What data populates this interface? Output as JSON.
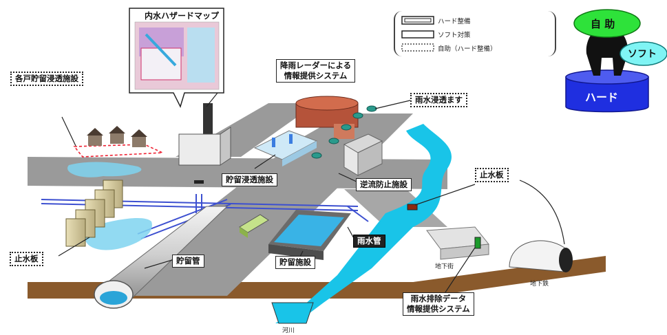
{
  "map_callout": {
    "title": "内水ハザードマップ"
  },
  "labels": {
    "individual_storage": "各戸貯留浸透施設",
    "rain_radar_line1": "降雨レーダーによる",
    "rain_radar_line2": "情報提供システム",
    "rain_infiltration": "雨水浸透ます",
    "storage_infiltration": "貯留浸透施設",
    "backflow_prevention": "逆流防止施設",
    "water_stop_board_right": "止水板",
    "water_stop_board_left": "止水板",
    "storage_pipe": "貯留管",
    "storage_facility": "貯留施設",
    "rain_pipe": "雨水管",
    "drainage_info_line1": "雨水排除データ",
    "drainage_info_line2": "情報提供システム"
  },
  "small_labels": {
    "underground_mall": "地下街",
    "subway": "地下鉄",
    "river": "河川"
  },
  "legend": {
    "items": [
      {
        "swatch": "double",
        "label": "ハード整備"
      },
      {
        "swatch": "single",
        "label": "ソフト対策"
      },
      {
        "swatch": "dotted",
        "label": "自助（ハード整備）"
      }
    ]
  },
  "mascot": {
    "top": "自 助",
    "right": "ソフト",
    "base": "ハード"
  },
  "colors": {
    "road": "#9a9a9a",
    "road_dark": "#7f7f7f",
    "ground": "#8a5a2c",
    "water": "#7fd3f0",
    "water_deep": "#2fb6e3",
    "cyan_river": "#19c4e8",
    "green_balloon": "#2ee23a",
    "blue_drum": "#1f2fe0"
  }
}
